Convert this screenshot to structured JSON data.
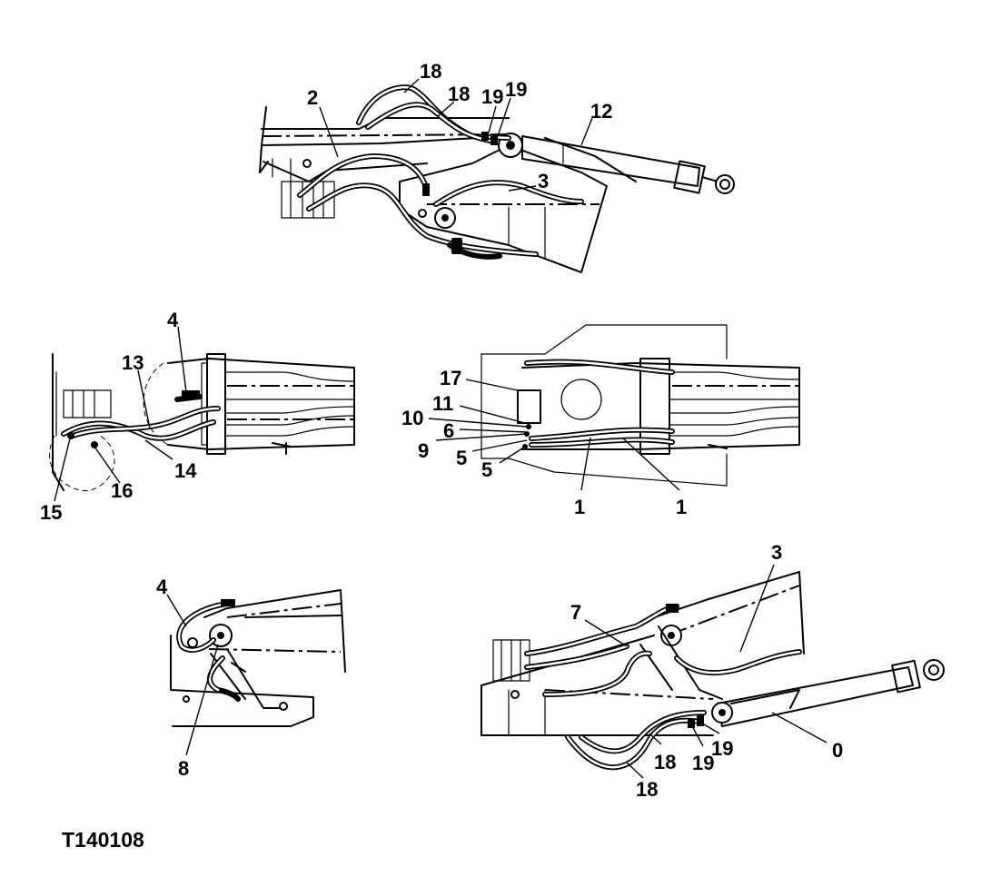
{
  "figure_id": "T140108",
  "views": {
    "top": {
      "callouts": [
        "18",
        "18",
        "2",
        "19",
        "19",
        "12",
        "3"
      ]
    },
    "middle_left": {
      "callouts": [
        "4",
        "13",
        "14",
        "16",
        "15"
      ]
    },
    "middle_right": {
      "callouts": [
        "17",
        "11",
        "10",
        "6",
        "9",
        "5",
        "5",
        "1",
        "1"
      ]
    },
    "bottom_left": {
      "callouts": [
        "4",
        "8"
      ]
    },
    "bottom_right": {
      "callouts": [
        "3",
        "7",
        "0",
        "18",
        "19",
        "19",
        "18"
      ]
    }
  }
}
